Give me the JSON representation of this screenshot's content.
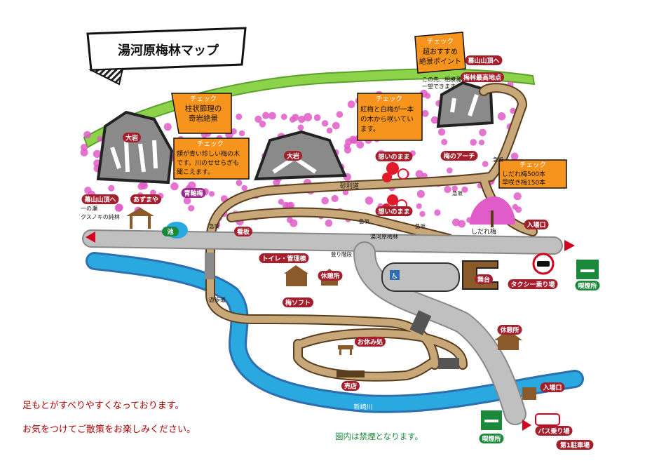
{
  "title": "湯河原梅林マップ",
  "colors": {
    "path": "#c8a878",
    "road": "#c0c0c0",
    "river": "#29a9e0",
    "bank": "#2e6fb0",
    "ridge": "#8cd34a",
    "callout": "#f7941d",
    "label": "#a41e2c",
    "plum": "#e05cc8",
    "red_plum": "#e0192b",
    "warning_text": "#b00000",
    "smoking": "#1a8a3a",
    "arrow": "#d4001f"
  },
  "callouts": {
    "c1": {
      "heading": "チェック",
      "lines": [
        "柱状節理の",
        "奇岩絶景"
      ]
    },
    "c2": {
      "heading": "チェック",
      "lines": [
        "額が青い珍しい梅の木",
        "です。川のせせらぎも",
        "聞こえます。"
      ]
    },
    "c3": {
      "heading": "チェック",
      "lines": [
        "紅梅と白梅が一本",
        "の木から咲いてい",
        "ます。"
      ]
    },
    "c4": {
      "heading": "チェック",
      "lines": [
        "超おすすめ",
        "絶景ポイント"
      ]
    },
    "c5": {
      "heading": "チェック",
      "lines": [
        "しだれ梅500本",
        "早咲き梅150本"
      ]
    }
  },
  "notes": {
    "view_note": [
      "この先、相模灘が",
      "一望できます"
    ]
  },
  "labels": {
    "top_summit": "幕山山頂へ",
    "highest_point": "梅林最高地点",
    "oiwa_small": "大岩",
    "oiwa_big": "大岩",
    "omoi1": "想いのまま",
    "omoi2": "想いのまま",
    "arch": "梅のアーチ",
    "jarimichi": "砂利道",
    "kyuuhan1": "急坂",
    "kyuuhan2": "急坂",
    "kyuuhan3": "急坂",
    "kyuuhan4": "急坂",
    "kyuuhan5": "急坂",
    "shidare": "しだれ梅",
    "aokijiku": "青軸梅",
    "azumaya": "あずまや",
    "left_summit": "幕山山頂へ",
    "ichinose": "一の瀬",
    "kusunoki": "クスノキの純林",
    "pond": "池",
    "kanban": "看板",
    "roadway": "湯河原梅林",
    "entrance1": "入場口",
    "entrance2": "入場口",
    "toilet": "トイレ・管理棟",
    "kyuusho1": "休憩所",
    "kyuusho2": "休憩所",
    "kaidan": "登り階段",
    "stage": "舞台",
    "taxi": "タクシー乗り場",
    "smoking1": "喫煙所",
    "smoking2": "喫煙所",
    "sanpo": "遊歩道",
    "soft": "梅ソフト",
    "oyasumi": "お休み処",
    "shop": "売店",
    "river": "新崎川",
    "bus": "バス乗り場",
    "parking": "第1駐車場"
  },
  "warning": [
    "足もとがすべりやすくなっております。",
    "お気をつけてご散策をお楽しみください。"
  ],
  "no_smoking": "園内は禁煙となります。"
}
